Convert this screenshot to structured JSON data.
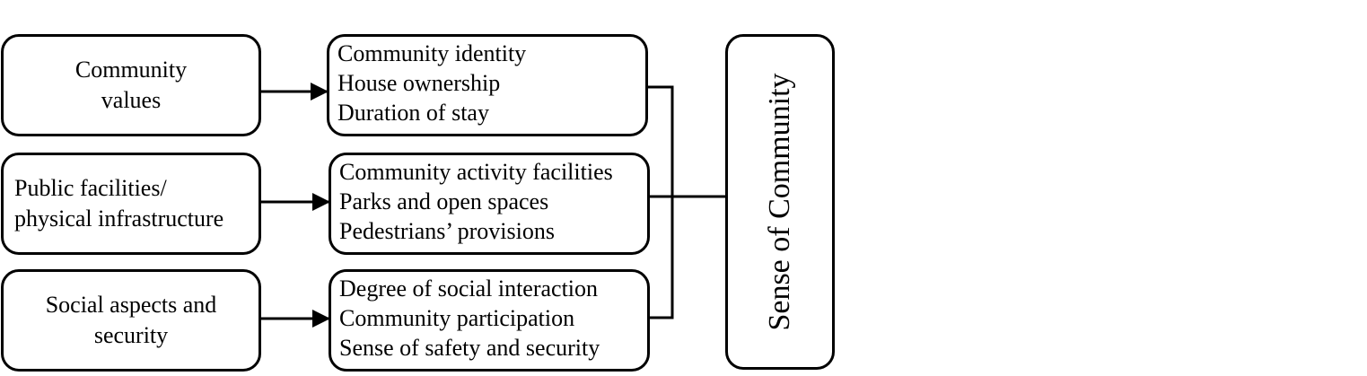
{
  "factors": [
    {
      "category_lines": [
        "Community",
        "values"
      ],
      "indicators": [
        "Community identity",
        "House ownership",
        "Duration of stay"
      ]
    },
    {
      "category_lines": [
        "Public facilities/",
        "physical infrastructure"
      ],
      "indicators": [
        "Community activity facilities",
        "Parks and open spaces",
        "Pedestrians’ provisions"
      ]
    },
    {
      "category_lines": [
        "Social aspects and",
        "security"
      ],
      "indicators": [
        "Degree of social interaction",
        "Community participation",
        "Sense of safety and security"
      ]
    }
  ],
  "outcome": {
    "label": "Sense of Community"
  }
}
